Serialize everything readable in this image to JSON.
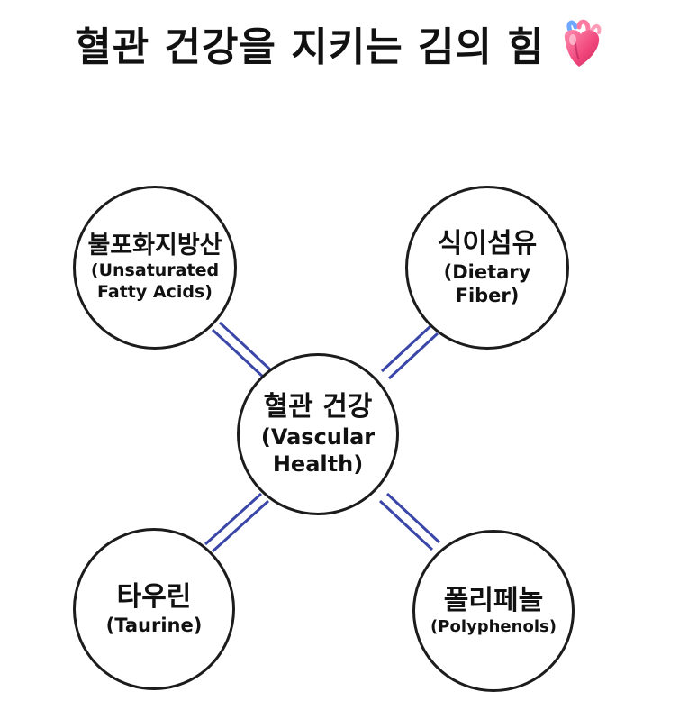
{
  "title": "혈관 건강을 지키는 김의 힘",
  "title_icon": "anatomical-heart-icon",
  "colors": {
    "connector": "#3a47a8",
    "node_border": "#1c1c1c",
    "text": "#111111",
    "background": "#ffffff"
  },
  "center": {
    "ko": "혈관 건강",
    "en": "(Vascular\nHealth)"
  },
  "nodes": {
    "top_left": {
      "ko": "불포화지방산",
      "en": "(Unsaturated\nFatty Acids)"
    },
    "top_right": {
      "ko": "식이섬유",
      "en": "(Dietary\nFiber)"
    },
    "bottom_left": {
      "ko": "타우린",
      "en": "(Taurine)"
    },
    "bottom_right": {
      "ko": "폴리페놀",
      "en": "(Polyphenols)"
    }
  }
}
